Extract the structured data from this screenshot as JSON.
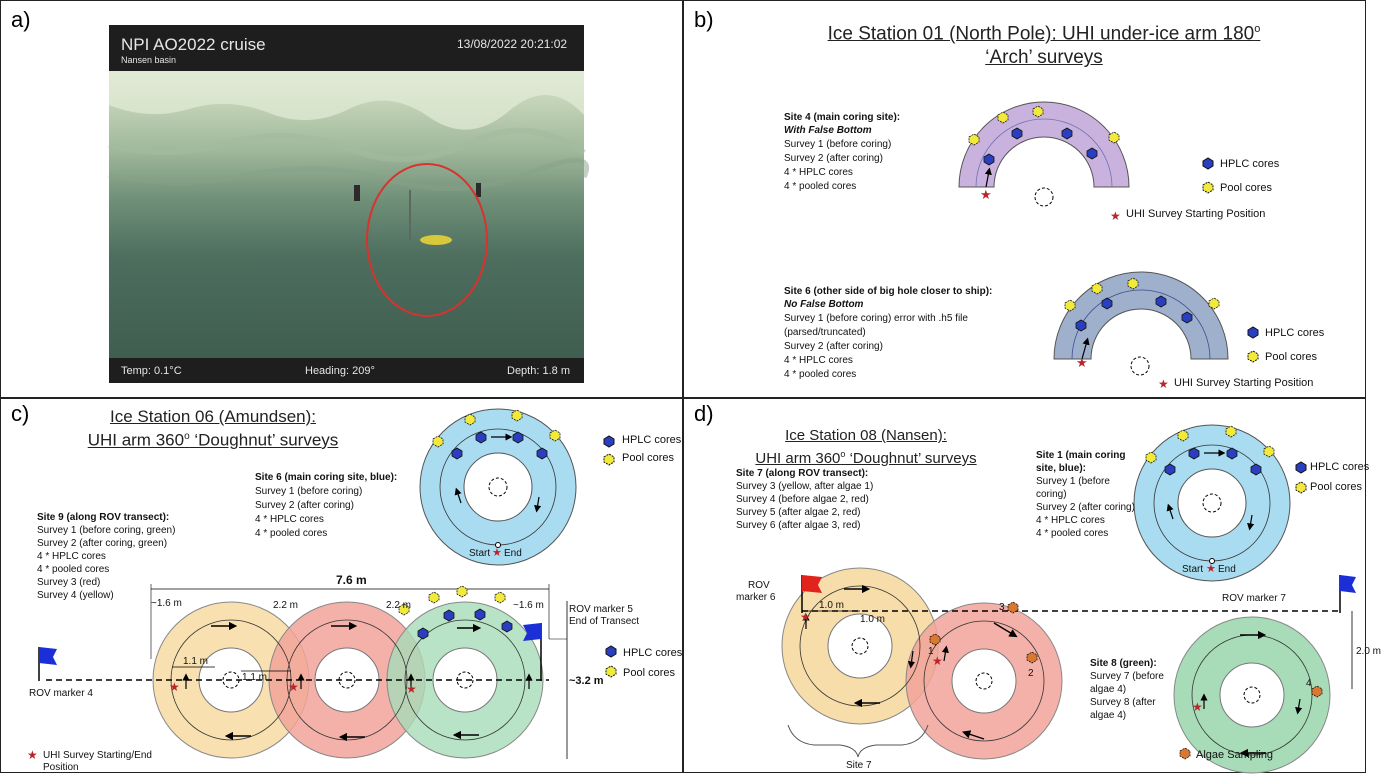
{
  "panel_a": {
    "label": "a)",
    "overlay": {
      "title": "NPI AO2022 cruise",
      "subtitle": "Nansen basin",
      "datetime": "13/08/2022 20:21:02",
      "temp": "Temp: 0.1°C",
      "heading": "Heading: 209°",
      "depth": "Depth: 1.8 m"
    }
  },
  "panel_b": {
    "label": "b)",
    "title_line1": "Ice Station 01 (North Pole): UHI under-ice arm 180",
    "title_sup": "o",
    "title_line2": "‘Arch’ surveys",
    "site4": {
      "heading": "Site 4 (main coring site):",
      "subheading": "With False Bottom",
      "lines": [
        "Survey 1 (before coring)",
        "Survey 2 (after coring)",
        "4 * HPLC cores",
        "4 * pooled cores"
      ]
    },
    "site6": {
      "heading": "Site 6 (other side of big hole closer to ship):",
      "subheading": "No False Bottom",
      "lines": [
        "Survey 1 (before coring) error with .h5 file",
        "(parsed/truncated)",
        "Survey 2 (after coring)",
        "4 * HPLC cores",
        "4 * pooled cores"
      ]
    },
    "legend": {
      "hplc": "HPLC cores",
      "pool": "Pool cores",
      "start": "UHI Survey Starting Position"
    },
    "colors": {
      "arch1": "#c9b3de",
      "arch2": "#9fb0cc",
      "hplc": "#2a3fbf",
      "pool": "#f2ea3a",
      "star": "#b8262c"
    }
  },
  "panel_c": {
    "label": "c)",
    "title_line1": "Ice Station 06 (Amundsen):",
    "title_line2_a": "UHI arm 360",
    "title_sup": "o",
    "title_line2_b": " ‘Doughnut’ surveys",
    "site6": {
      "heading": "Site 6 (main coring site, blue):",
      "lines": [
        "Survey 1 (before coring)",
        "Survey 2 (after coring)",
        "4 * HPLC cores",
        "4 * pooled cores"
      ]
    },
    "site9": {
      "heading": "Site 9 (along ROV transect):",
      "lines": [
        "Survey 1 (before coring, green)",
        "Survey 2 (after coring, green)",
        "4 * HPLC cores",
        "4 * pooled cores",
        "Survey 3 (red)",
        "Survey 4 (yellow)"
      ]
    },
    "legend": {
      "hplc": "HPLC cores",
      "pool": "Pool cores",
      "start_line1": "UHI Survey Starting/End",
      "start_line2": "Position"
    },
    "start_end": "Start",
    "end": "End",
    "dims": {
      "total": "7.6 m",
      "left": "~1.6 m",
      "right": "~1.6 m",
      "gap1": "2.2 m",
      "gap2": "2.2 m",
      "inner1": "1.1 m",
      "inner2": "1.1 m",
      "height": "~3.2 m"
    },
    "rov4": "ROV marker 4",
    "rov5_line1": "ROV marker 5",
    "rov5_line2": "End of Transect",
    "colors": {
      "blue": "#a9dcf0",
      "yellow": "#f7ddaa",
      "red": "#f2a39a",
      "green": "#a8dcb8"
    }
  },
  "panel_d": {
    "label": "d)",
    "title_line1": "Ice Station 08 (Nansen):",
    "title_line2_a": "UHI arm 360",
    "title_sup": "o",
    "title_line2_b": " ‘Doughnut’ surveys",
    "site7": {
      "heading": "Site 7 (along ROV transect):",
      "lines": [
        "Survey 3 (yellow, after algae 1)",
        "Survey 4 (before algae 2, red)",
        "Survey 5 (after algae 2, red)",
        "Survey 6 (after algae 3, red)"
      ]
    },
    "site1": {
      "heading_line1": "Site 1 (main coring",
      "heading_line2": "site, blue):",
      "lines": [
        "Survey 1 (before",
        "coring)",
        "Survey 2 (after coring)",
        "4 * HPLC cores",
        "4 * pooled cores"
      ]
    },
    "site8": {
      "heading": "Site 8 (green):",
      "lines": [
        "Survey 7 (before",
        "algae 4)",
        "Survey 8 (after",
        "algae 4)"
      ]
    },
    "legend": {
      "hplc": "HPLC cores",
      "pool": "Pool cores",
      "algae": "Algae Sampling"
    },
    "start": "Start",
    "end": "End",
    "rov6_line1": "ROV",
    "rov6_line2": "marker 6",
    "rov7": "ROV marker 7",
    "dims": {
      "d1": "1.0 m",
      "d2": "1.0 m",
      "right": "2.0 m"
    },
    "site7_label": "Site 7",
    "algae_labels": [
      "1",
      "2",
      "3",
      "4"
    ],
    "colors": {
      "algae": "#d9782e"
    }
  }
}
